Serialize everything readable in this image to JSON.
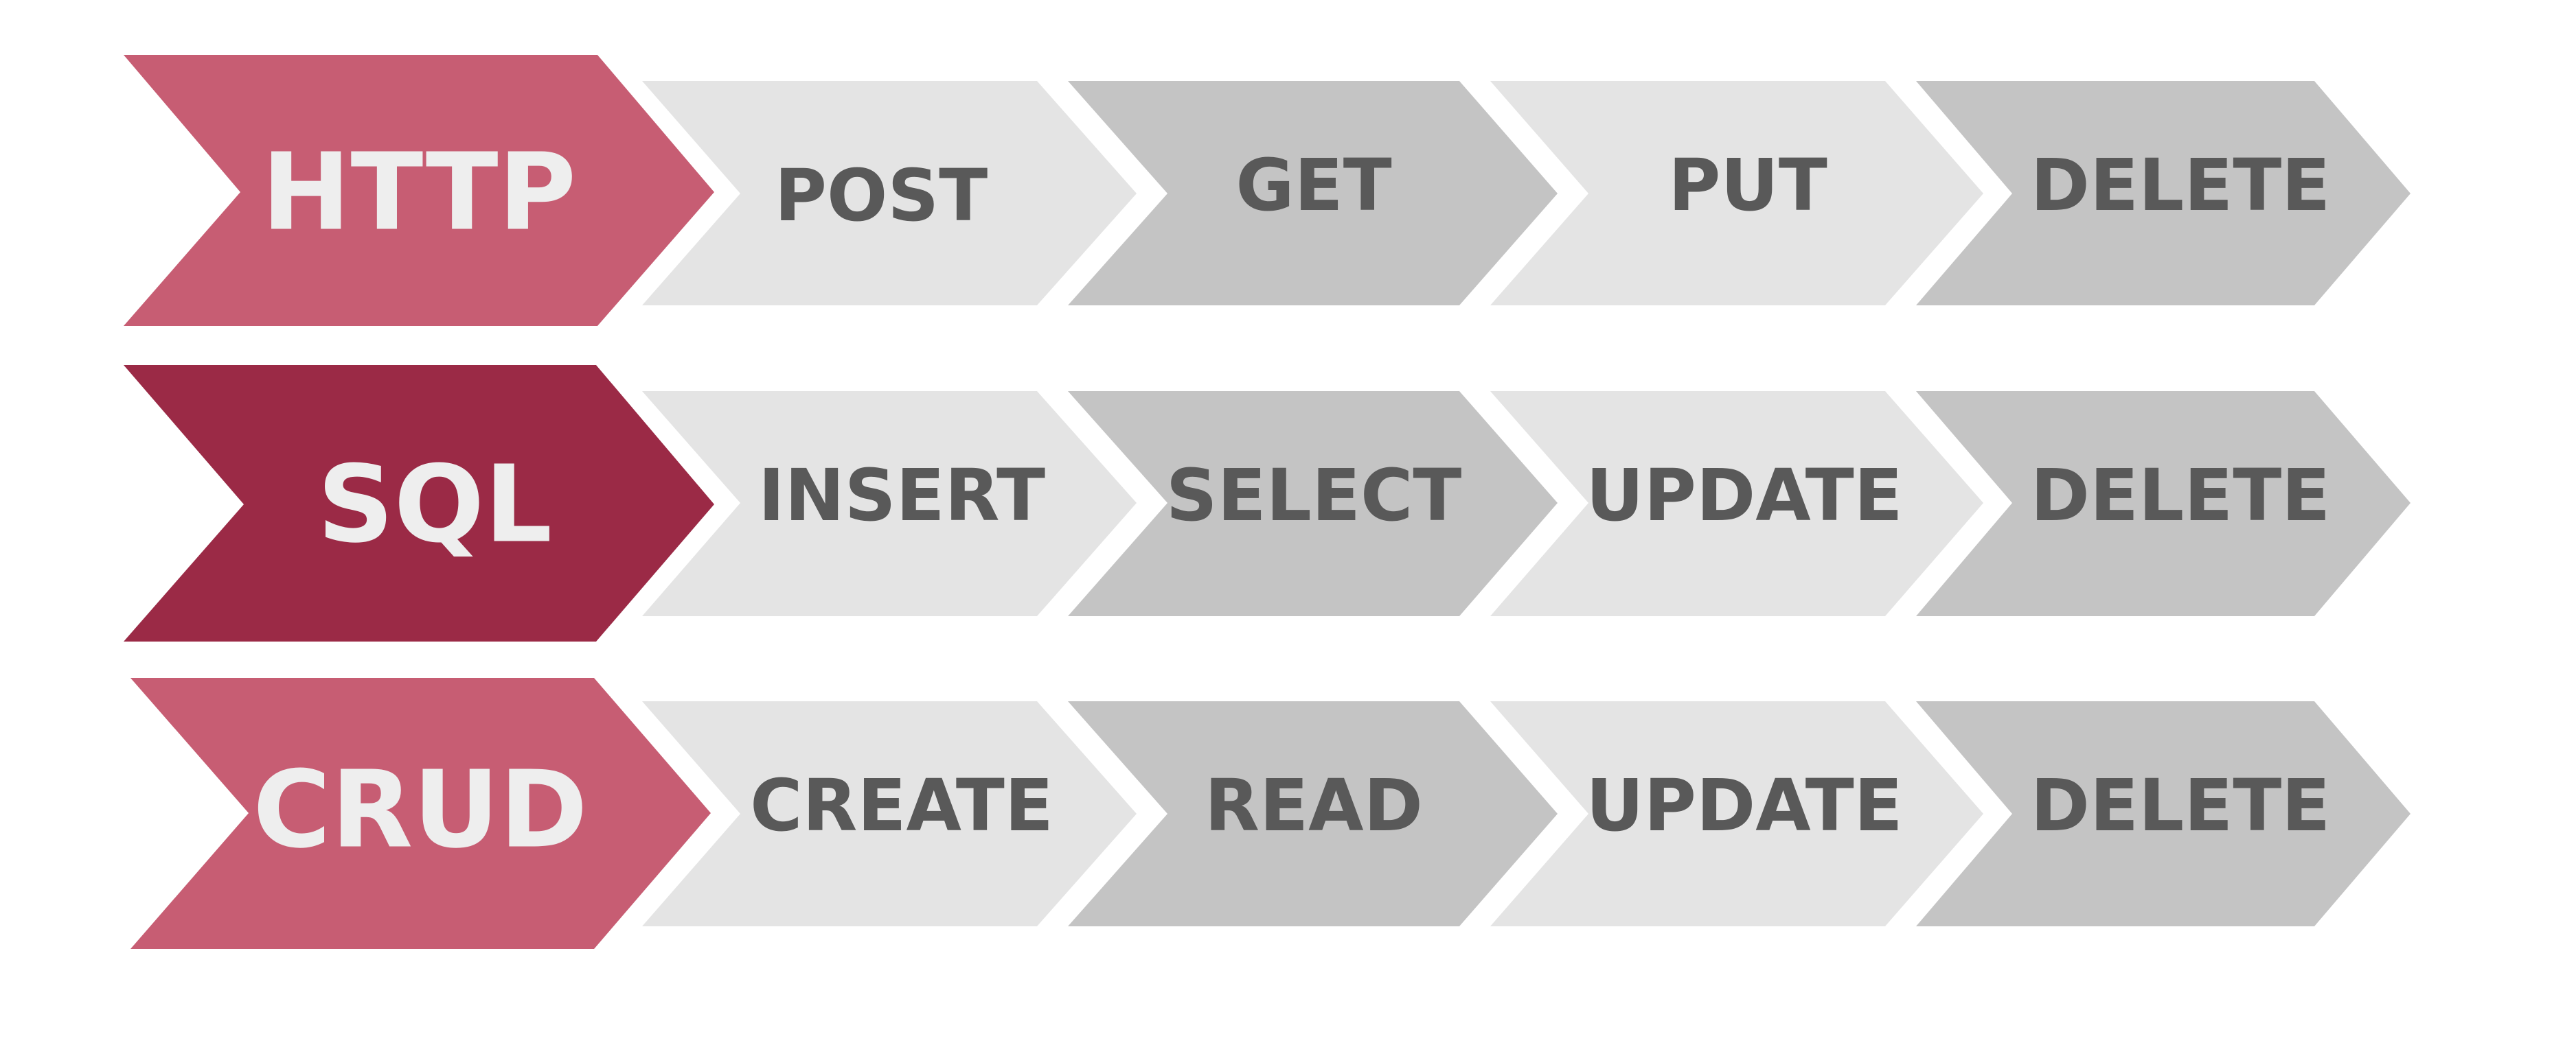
{
  "rows": [
    {
      "label": "HTTP",
      "color": "#c75d73",
      "steps": [
        "POST",
        "GET",
        "PUT",
        "DELETE"
      ]
    },
    {
      "label": "SQL",
      "color": "#9b2a46",
      "steps": [
        "INSERT",
        "SELECT",
        "UPDATE",
        "DELETE"
      ]
    },
    {
      "label": "CRUD",
      "color": "#c75d73",
      "steps": [
        "CREATE",
        "READ",
        "UPDATE",
        "DELETE"
      ]
    }
  ],
  "colors": {
    "step_light": "#e4e4e4",
    "step_dark": "#c4c4c4",
    "step_text": "#595959",
    "lead_text": "#eeeeee"
  }
}
